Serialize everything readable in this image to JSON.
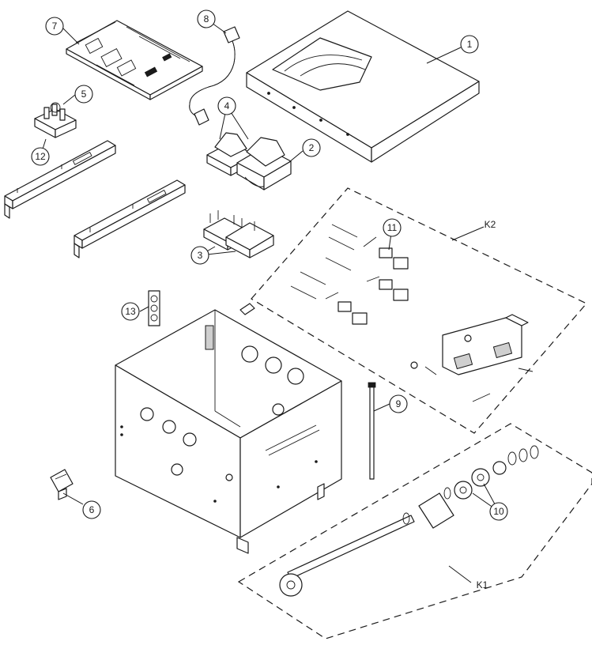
{
  "callouts": [
    {
      "id": "c1",
      "label": "1"
    },
    {
      "id": "c2",
      "label": "2"
    },
    {
      "id": "c3",
      "label": "3"
    },
    {
      "id": "c4",
      "label": "4"
    },
    {
      "id": "c5",
      "label": "5"
    },
    {
      "id": "c6",
      "label": "6"
    },
    {
      "id": "c7",
      "label": "7"
    },
    {
      "id": "c8",
      "label": "8"
    },
    {
      "id": "c9",
      "label": "9"
    },
    {
      "id": "c10",
      "label": "10"
    },
    {
      "id": "c11",
      "label": "11"
    },
    {
      "id": "c12",
      "label": "12"
    },
    {
      "id": "c13",
      "label": "13"
    }
  ],
  "kits": {
    "k1": "K1",
    "k2": "K2"
  }
}
